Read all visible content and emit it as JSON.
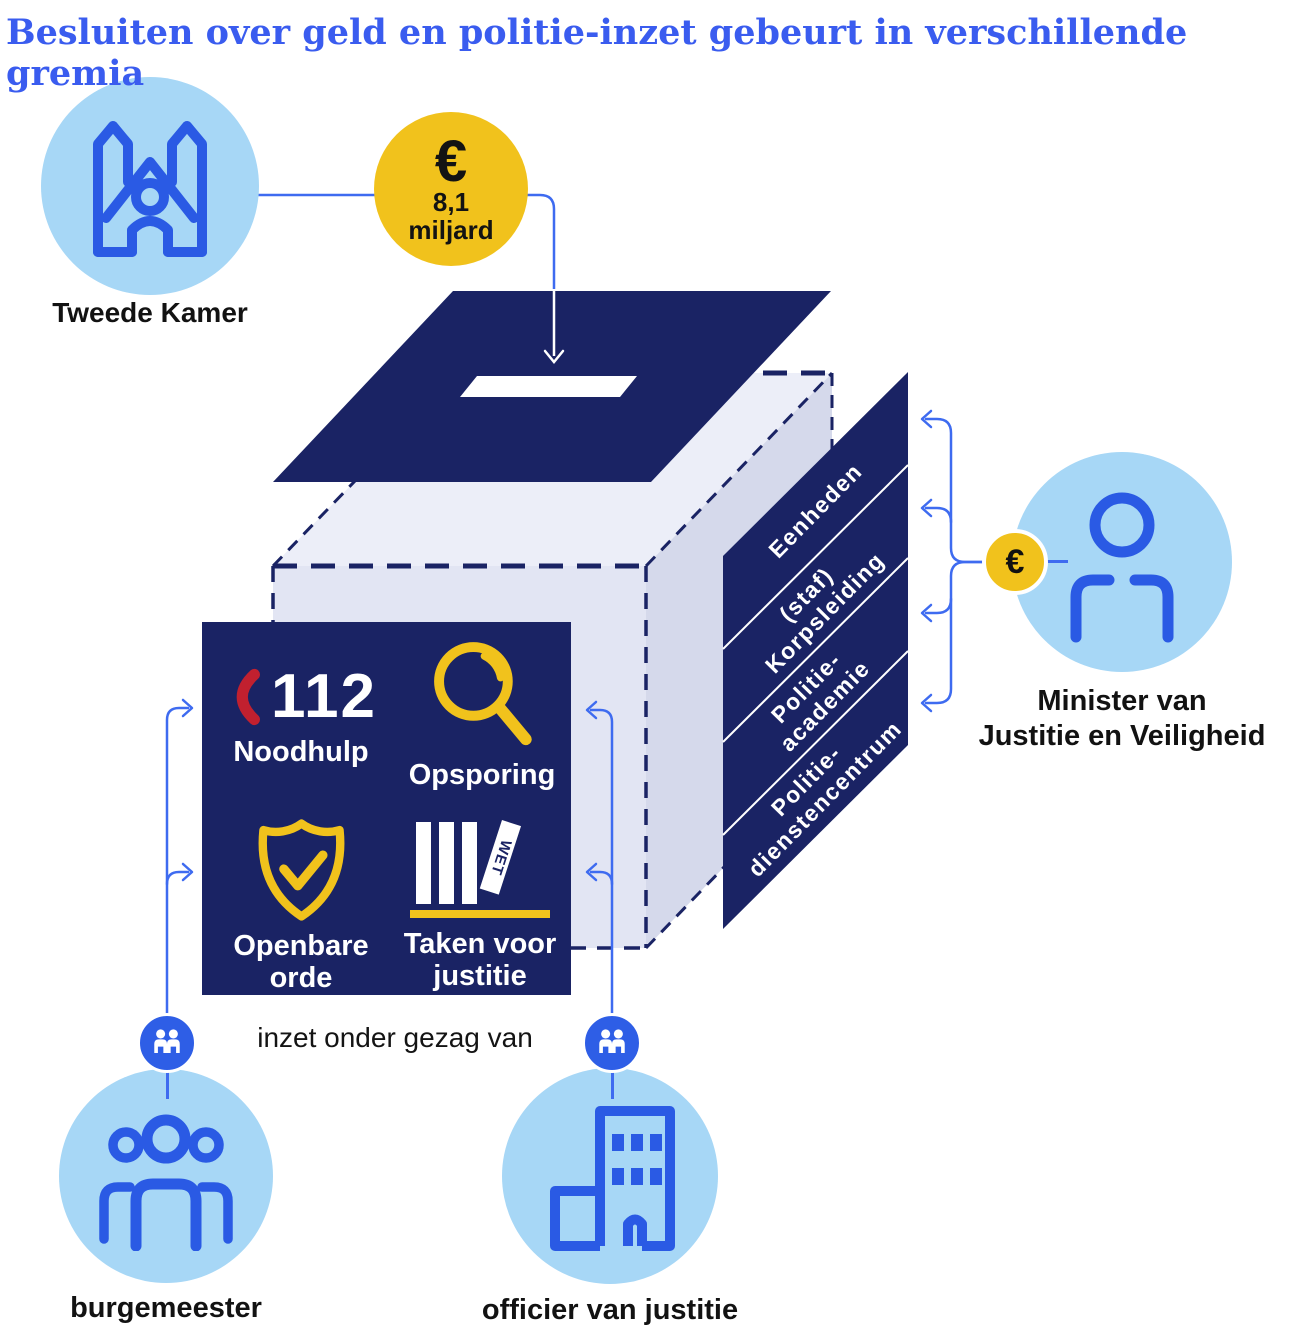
{
  "title": "Besluiten over geld en politie-inzet gebeurt in verschillende gremia",
  "colors": {
    "navy": "#1A2364",
    "light_blue": "#A7D7F6",
    "royal_blue": "#2A5AE4",
    "yellow": "#F1C21C",
    "red": "#C1202F",
    "connector_blue": "#3E6BF0",
    "title_blue": "#3A5CEF"
  },
  "nodes": {
    "tweede_kamer": {
      "label": "Tweede Kamer",
      "icon": "parliament-building-icon"
    },
    "budget": {
      "currency": "€",
      "amount": "8,1",
      "unit": "miljard",
      "icon": "euro-icon"
    },
    "minister": {
      "label_line1": "Minister van",
      "label_line2": "Justitie en Veiligheid",
      "coin": "€",
      "icon": "person-icon"
    },
    "burgemeester": {
      "label": "burgemeester",
      "icon": "people-group-icon"
    },
    "officier": {
      "label": "officier van justitie",
      "icon": "office-building-icon"
    }
  },
  "box_panel": {
    "bands": [
      {
        "lines": [
          "Eenheden"
        ]
      },
      {
        "lines": [
          "(staf)",
          "Korpsleiding"
        ]
      },
      {
        "lines": [
          "Politie-",
          "academie"
        ]
      },
      {
        "lines": [
          "Politie-",
          "dienstencentrum"
        ]
      }
    ]
  },
  "tasks_panel": {
    "noodhulp": {
      "number": "112",
      "label": "Noodhulp",
      "icon": "phone-icon"
    },
    "opsporing": {
      "label": "Opsporing",
      "icon": "magnifier-icon"
    },
    "openbare_orde": {
      "label_line1": "Openbare",
      "label_line2": "orde",
      "icon": "shield-check-icon"
    },
    "taken_justitie": {
      "label_line1": "Taken voor",
      "label_line2": "justitie",
      "book_label": "WET",
      "icon": "law-books-icon"
    }
  },
  "caption": "inzet onder gezag van"
}
